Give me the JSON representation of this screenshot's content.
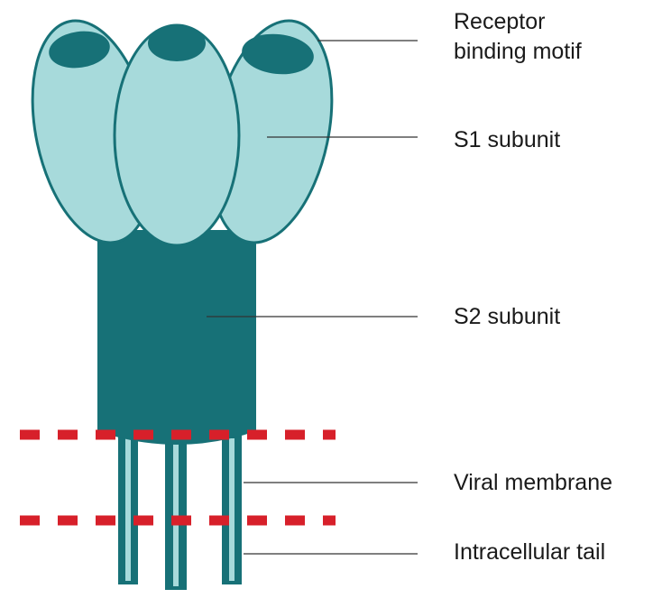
{
  "colors": {
    "dark_teal": "#177177",
    "light_teal": "#a7dadb",
    "membrane_dash": "#d7202a",
    "leader_line": "#333333",
    "text": "#1a1a1a"
  },
  "labels": {
    "rbm_line1": "Receptor",
    "rbm_line2": "binding motif",
    "s1": "S1 subunit",
    "s2": "S2 subunit",
    "membrane": "Viral membrane",
    "tail": "Intracellular tail"
  }
}
